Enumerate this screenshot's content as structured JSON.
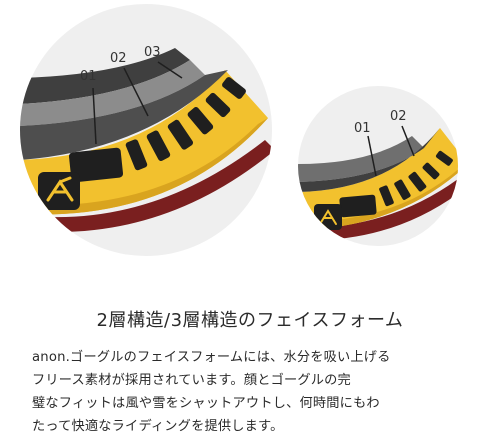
{
  "diagram": {
    "large_circle": {
      "layers": "3",
      "labels": [
        "01",
        "02",
        "03"
      ]
    },
    "small_circle": {
      "layers": "2",
      "labels": [
        "01",
        "02"
      ]
    },
    "colors": {
      "circle_bg": "#efefef",
      "frame_yellow": "#f2c12e",
      "frame_black": "#1f1f1f",
      "foam_dark": "#3f3f3f",
      "foam_mid": "#6f6f6f",
      "foam_light": "#8c8c8c",
      "lens_red": "#7a1f1f"
    },
    "icons": [
      "anon-logo-icon"
    ]
  },
  "heading": "2層構造/3層構造のフェイスフォーム",
  "description": [
    "anon.ゴーグルのフェイスフォームには、水分を吸い上げる",
    "フリース素材が採用されています。顔とゴーグルの完",
    "璧なフィットは風や雪をシャットアウトし、何時間にもわ",
    "たって快適なライディングを提供します。"
  ]
}
